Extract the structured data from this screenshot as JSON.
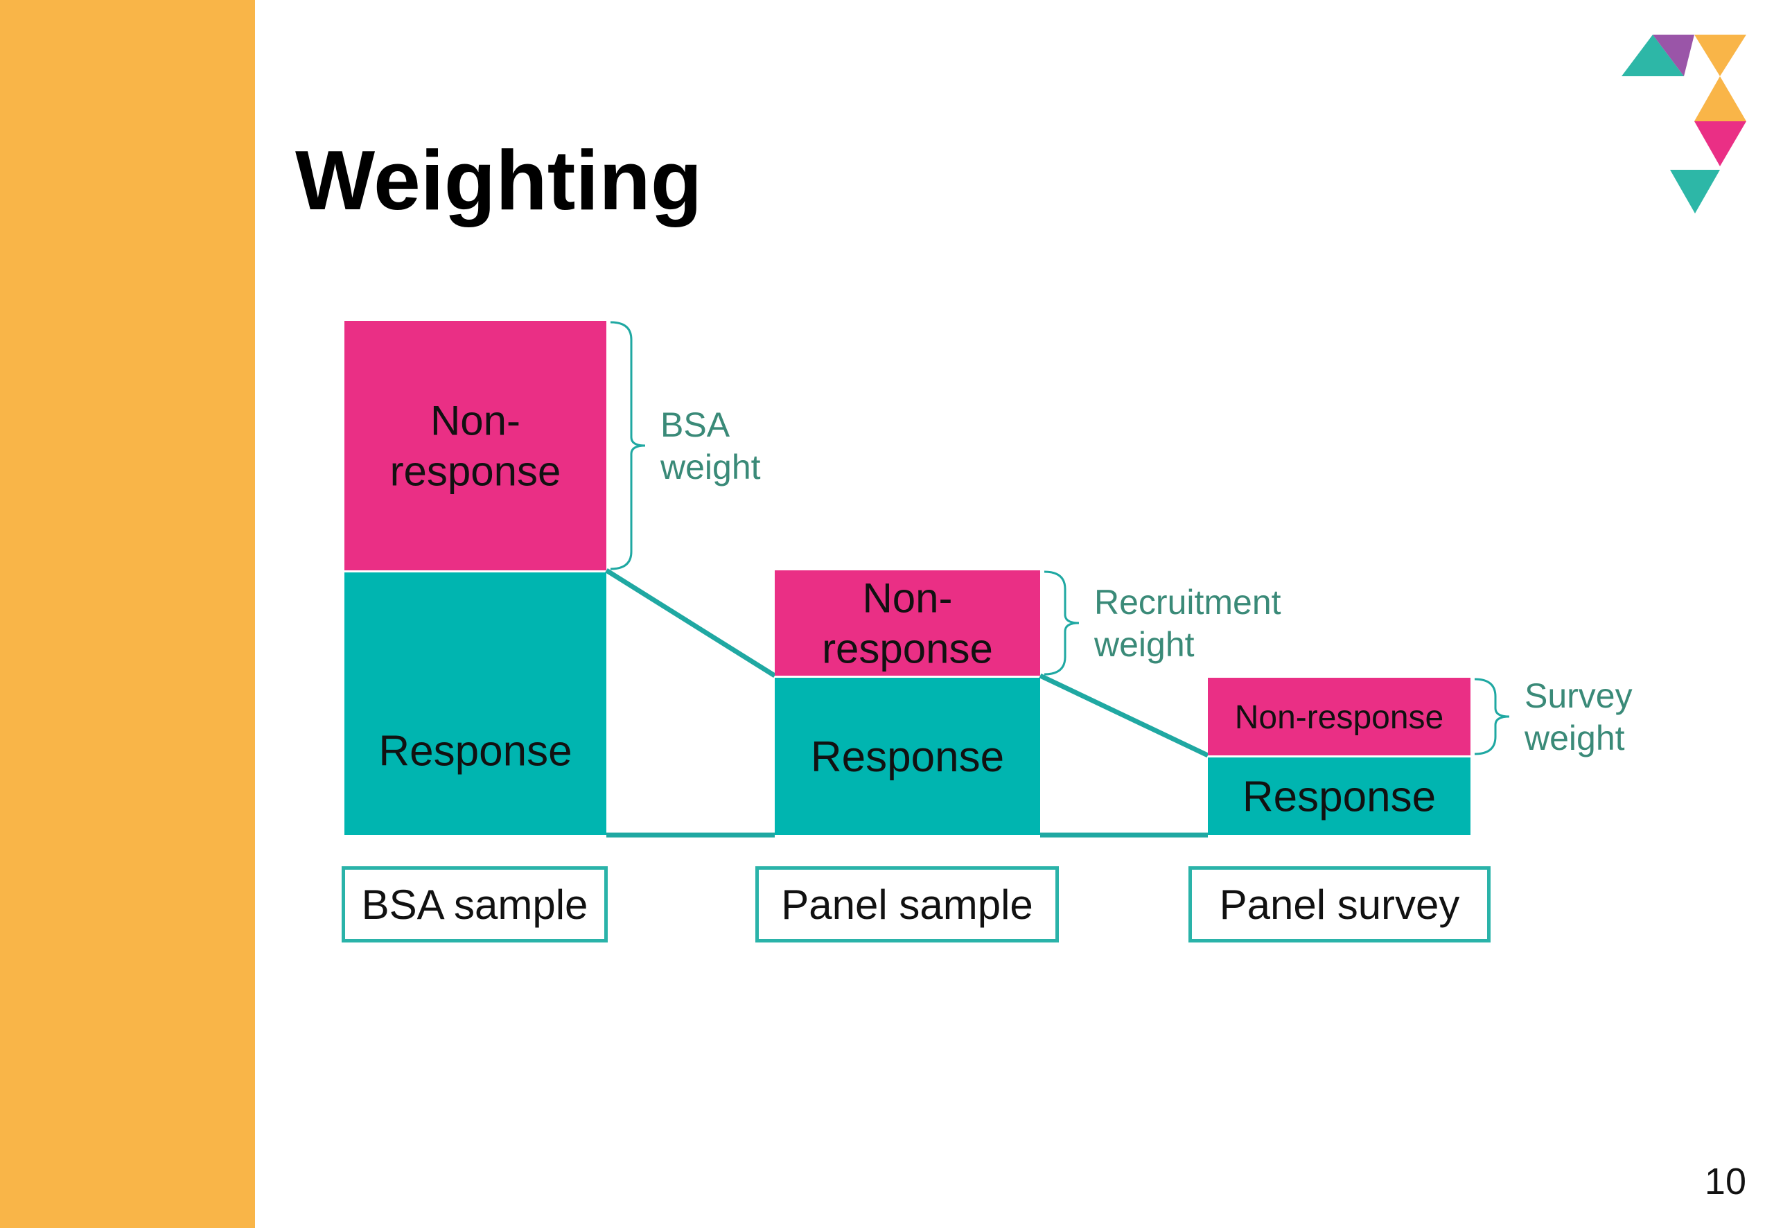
{
  "slide": {
    "title": "Weighting",
    "page_number": "10"
  },
  "colors": {
    "sidebar": "#f9b548",
    "nonresponse": "#ea2f85",
    "response": "#00b5b0",
    "connector": "#1fa8a2",
    "weight_text": "#3a8a78",
    "logo_teal": "#2db7a7",
    "logo_purple": "#9a55a8",
    "logo_yellow": "#f9b548",
    "logo_pink": "#ea2f85"
  },
  "diagram": {
    "stages": [
      {
        "box_label": "BSA sample",
        "nonresponse_label": "Non-\nresponse",
        "response_label": "Response",
        "weight_label": "BSA\nweight"
      },
      {
        "box_label": "Panel sample",
        "nonresponse_label": "Non-\nresponse",
        "response_label": "Response",
        "weight_label": "Recruitment\nweight"
      },
      {
        "box_label": "Panel survey",
        "nonresponse_label": "Non-response",
        "response_label": "Response",
        "weight_label": "Survey\nweight"
      }
    ]
  },
  "logo": {
    "icon": "triangle-logo-icon"
  }
}
